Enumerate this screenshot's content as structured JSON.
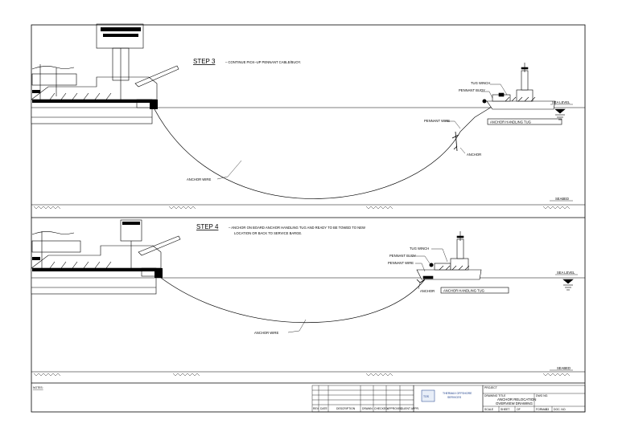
{
  "panels": [
    {
      "step_label": "STEP 3",
      "step_note": "– CONTINUE PICK–UP PENNANT CABLE/BUOY.",
      "labels": {
        "tug_winch": "TUG WINCH",
        "pennant_buoy": "PENNANT BUOY",
        "pennant_wire": "PENNANT WIRE",
        "sea_level": "SEA LEVEL",
        "anchor_handling_tug": "ANCHOR HANDLING TUG",
        "anchor": "ANCHOR",
        "anchor_wire": "ANCHOR WIRE",
        "seabed": "SEABED"
      }
    },
    {
      "step_label": "STEP 4",
      "step_note_line1": "– ANCHOR ON BOARD ANCHOR HANDLING TUG AND READY TO BE TOWED TO NEW",
      "step_note_line2": "LOCATION OR BACK TO SERVICE BARGE.",
      "labels": {
        "tug_winch": "TUG WINCH",
        "pennant_buoy": "PENNANT BUOY",
        "pennant_wire": "PENNANT WIRE",
        "sea_level": "SEA LEVEL",
        "anchor": "ANCHOR",
        "anchor_handling_tug": "ANCHOR HANDLING TUG",
        "anchor_wire": "ANCHOR WIRE",
        "seabed": "SEABED"
      }
    }
  ],
  "title_block": {
    "notes_label": "NOTES:",
    "revision_headers": [
      "REV",
      "DATE",
      "DESCRIPTION",
      "DRAWN",
      "CHECKED",
      "APPROVED",
      "CLIENT APPR."
    ],
    "company_name_line1": "THERMAX OFFSHORE",
    "company_name_line2": "SERVICES",
    "logo_text": "TOS",
    "project_label": "PROJECT",
    "drawing_title_label": "DRAWING TITLE",
    "drawing_title_line1": "ANCHOR RELOCATION",
    "drawing_title_line2": "OVERVIEW DRAWING",
    "dwg_no_label": "DWG NO.",
    "bottom_fields": [
      "SCALE",
      "SHEET",
      "OF",
      "FORMAT",
      "A3",
      "DOC. NO."
    ]
  }
}
